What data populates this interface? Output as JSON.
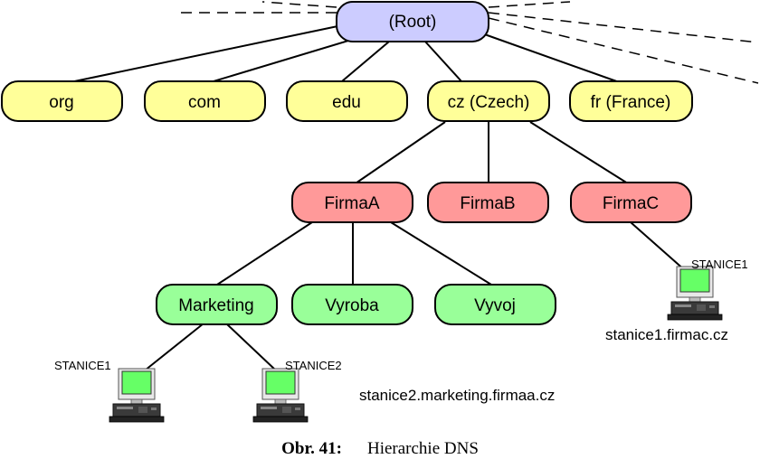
{
  "colors": {
    "root_fill": "#ccccff",
    "tld_fill": "#ffff99",
    "firm_fill": "#ff9999",
    "dept_fill": "#99ff99",
    "stroke": "#000000",
    "screen": "#66ff66"
  },
  "nodes": {
    "root": "(Root)",
    "org": "org",
    "com": "com",
    "edu": "edu",
    "cz": "cz (Czech)",
    "fr": "fr (France)",
    "firma_a": "FirmaA",
    "firma_b": "FirmaB",
    "firma_c": "FirmaC",
    "marketing": "Marketing",
    "vyroba": "Vyroba",
    "vyvoj": "Vyvoj"
  },
  "computers": {
    "stanice1_marketing": "STANICE1",
    "stanice2_marketing": "STANICE2",
    "stanice1_firmac": "STANICE1",
    "icon": "desktop-computer-icon"
  },
  "hostnames": {
    "stanice2": "stanice2.marketing.firmaa.cz",
    "stanice1_firmac": "stanice1.firmac.cz"
  },
  "caption": {
    "number": "Obr. 41:",
    "text": "Hierarchie DNS"
  }
}
